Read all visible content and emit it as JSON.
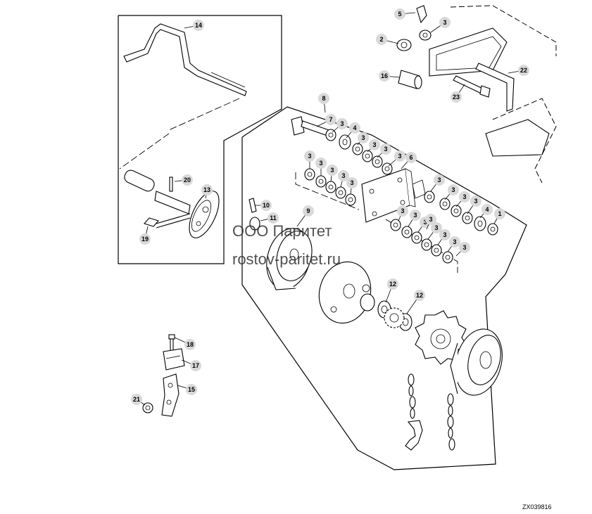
{
  "watermark": {
    "line1": "ООО Паритет",
    "line2": "rostov-paritet.ru"
  },
  "drawing_id": "ZX039816",
  "callouts": [
    {
      "id": "c14",
      "label": "14"
    },
    {
      "id": "c5",
      "label": "5"
    },
    {
      "id": "c3a",
      "label": "3"
    },
    {
      "id": "c2",
      "label": "2"
    },
    {
      "id": "c16",
      "label": "16"
    },
    {
      "id": "c23",
      "label": "23"
    },
    {
      "id": "c22",
      "label": "22"
    },
    {
      "id": "c8",
      "label": "8"
    },
    {
      "id": "c7",
      "label": "7"
    },
    {
      "id": "c3b",
      "label": "3"
    },
    {
      "id": "c4a",
      "label": "4"
    },
    {
      "id": "c3c",
      "label": "3"
    },
    {
      "id": "c3d",
      "label": "3"
    },
    {
      "id": "c3e",
      "label": "3"
    },
    {
      "id": "c3f",
      "label": "3"
    },
    {
      "id": "c3g",
      "label": "3"
    },
    {
      "id": "c6",
      "label": "6"
    },
    {
      "id": "c3h",
      "label": "3"
    },
    {
      "id": "c3i",
      "label": "3"
    },
    {
      "id": "c3j",
      "label": "3"
    },
    {
      "id": "c3k",
      "label": "3"
    },
    {
      "id": "c3l",
      "label": "3"
    },
    {
      "id": "c20",
      "label": "20"
    },
    {
      "id": "c13",
      "label": "13"
    },
    {
      "id": "c10",
      "label": "10"
    },
    {
      "id": "c11",
      "label": "11"
    },
    {
      "id": "c9",
      "label": "9"
    },
    {
      "id": "c19",
      "label": "19"
    },
    {
      "id": "c3m",
      "label": "3"
    },
    {
      "id": "c3n",
      "label": "3"
    },
    {
      "id": "c3o",
      "label": "3"
    },
    {
      "id": "c3p",
      "label": "3"
    },
    {
      "id": "c4b",
      "label": "4"
    },
    {
      "id": "c1",
      "label": "1"
    },
    {
      "id": "c3q",
      "label": "3"
    },
    {
      "id": "c3r",
      "label": "3"
    },
    {
      "id": "c3s",
      "label": "3"
    },
    {
      "id": "c3t",
      "label": "3"
    },
    {
      "id": "c3u",
      "label": "3"
    },
    {
      "id": "c3v",
      "label": "3"
    },
    {
      "id": "c3w",
      "label": "3"
    },
    {
      "id": "c12a",
      "label": "12"
    },
    {
      "id": "c12b",
      "label": "12"
    },
    {
      "id": "c18",
      "label": "18"
    },
    {
      "id": "c17",
      "label": "17"
    },
    {
      "id": "c15",
      "label": "15"
    },
    {
      "id": "c21",
      "label": "21"
    }
  ]
}
